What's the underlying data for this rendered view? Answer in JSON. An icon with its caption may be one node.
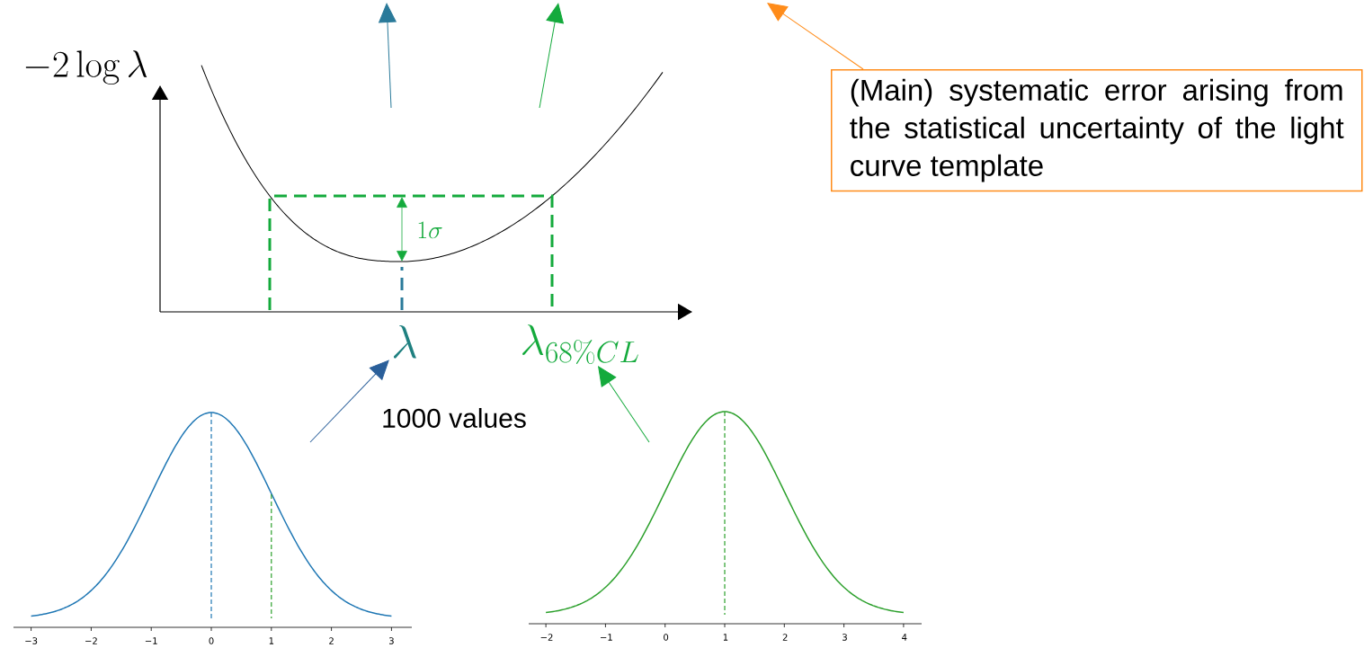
{
  "diagram": {
    "nodes": [
      {
        "text": [
          "(Main) systematic error arising from the statistical uncertainty of the light curve template"
        ]
      },
      {
        "text": [
          "\\lambda"
        ]
      },
      {
        "text": [
          "\\lambda_{68\\%CL}"
        ]
      },
      {
        "text": [],
        "shape": "picture",
        "beside": [
          "−3",
          "−2",
          "−1",
          "0",
          "1",
          "2",
          "3"
        ]
      },
      {
        "text": [],
        "shape": "picture",
        "beside": [
          "−2",
          "−1",
          "0",
          "1",
          "2",
          "3",
          "4"
        ]
      },
      {
        "text": [],
        "shape": "picture"
      }
    ],
    "edges": [
      {
        "from": 5,
        "to": null,
        "arrow": "to",
        "color": "#2a7a9a"
      },
      {
        "from": 5,
        "to": null,
        "arrow": "to",
        "color": "#14aa3c"
      },
      {
        "from": 3,
        "to": 1,
        "arrow": "to",
        "color": "#2a5f9a"
      },
      {
        "from": 4,
        "to": 2,
        "arrow": "to",
        "color": "#14aa3c"
      },
      {
        "from": 0,
        "to": null,
        "arrow": "to",
        "color": "#ff8c1a"
      }
    ],
    "labels": [
      "-2\\log\\lambda",
      "1\\sigma",
      "1000 values"
    ]
  }
}
